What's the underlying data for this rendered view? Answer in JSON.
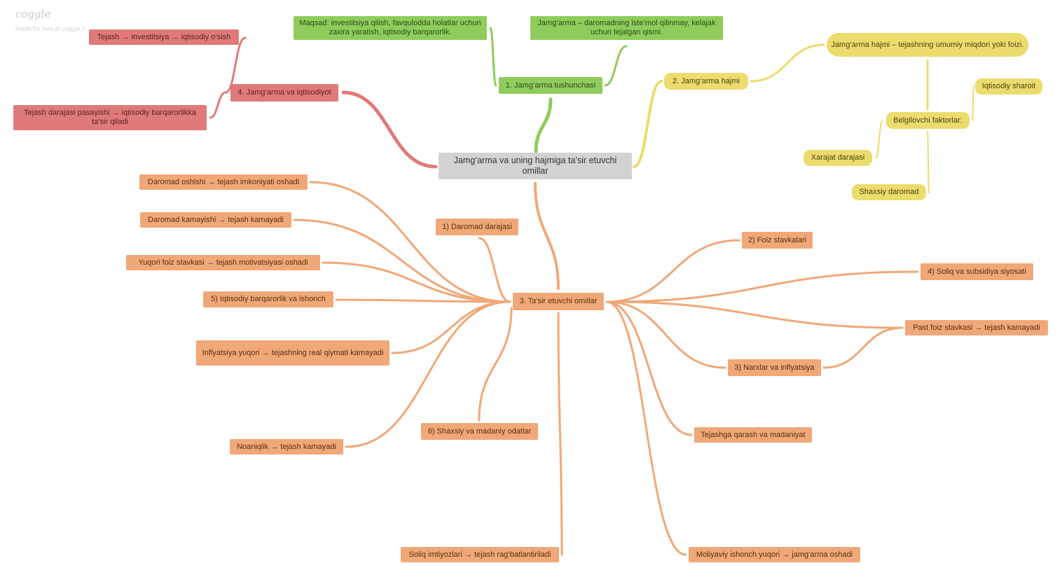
{
  "brand": {
    "logo": "coggle",
    "tagline": "made for free at coggle.it"
  },
  "colors": {
    "green": "#8fcc5c",
    "red": "#e07a7a",
    "orange": "#f0a878",
    "yellow": "#ecdc6e",
    "root": "#d3d3d3"
  },
  "root": {
    "text": "Jamg‘arma va uning hajmiga ta’sir etuvchi omillar"
  },
  "concept": {
    "title": "1. Jamg‘arma tushunchasi",
    "goal": "Maqsad: investitsiya qilish, favqulodda holatlar uchun zaxira yaratish, iqtisodiy barqarorlik.",
    "definition": "Jamg‘arma – daromadning iste’mol qilinmay, kelajak uchun tejalgan qismi."
  },
  "volume": {
    "title": "2. Jamg‘arma hajmi",
    "definition": "Jamg‘arma hajmi – tejashning umumiy miqdori yoki foizi.",
    "factors_title": "Belgilovchi faktorlar:",
    "f1": "Iqtisodiy sharoit",
    "f2": "Xarajat darajasi",
    "f3": "Shaxsiy daromad"
  },
  "economy": {
    "title": "4. Jamg‘arma va iqtisodiyot",
    "a": "Tejash → investitsiya → iqtisodiy o‘sish",
    "b": "Tejash darajasi pasayishi → iqtisodiy barqarorlikka ta’sir qiladi"
  },
  "factors": {
    "title": "3. Ta’sir etuvchi omillar",
    "income": "1) Daromad darajasi",
    "income_up": "Daromad oshishi → tejash imkoniyati oshadi",
    "income_down": "Daromad kamayishi → tejash kamayadi",
    "rates": "2) Foiz stavkalari",
    "high_rate": "Yuqori foiz stavkasi → tejash motivatsiyasi oshadi",
    "low_rate": "Past foiz stavkasi → tejash kamayadi",
    "prices": "3) Narxlar va inflyatsiya",
    "inflation": "Inflyatsiya yuqori → tejashning real qiymati kamayadi",
    "tax": "4) Soliq va subsidiya siyosati",
    "tax_benefit": "Soliq imtiyozlari → tejash rag‘batlantiriladi",
    "stability": "5) Iqtisodiy barqarorlik va ishonch",
    "uncertainty": "Noaniqlik → tejash kamayadi",
    "trust": "Moliyaviy ishonch yuqori → jamg‘arma oshadi",
    "habits": "6) Shaxsiy va madaniy odatlar",
    "culture": "Tejashga qarash va madaniyat"
  }
}
